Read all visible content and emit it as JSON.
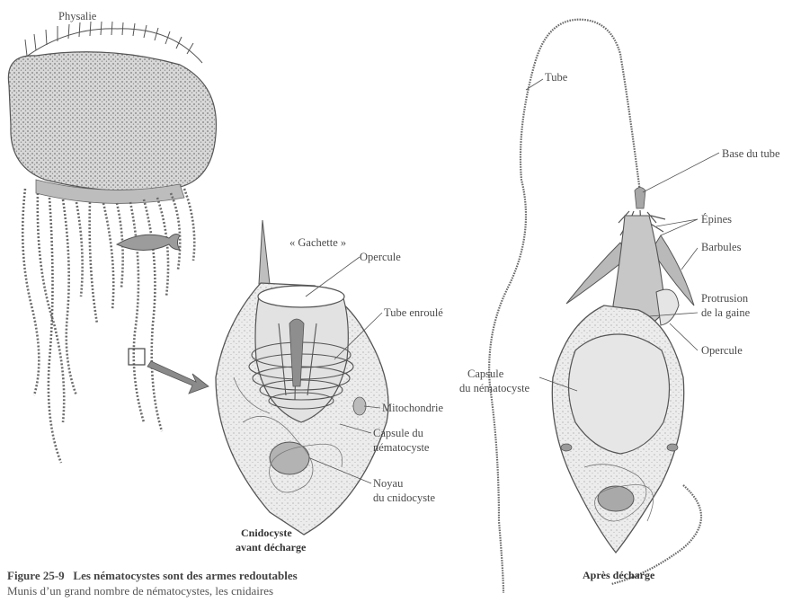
{
  "labels": {
    "physalie": "Physalie",
    "gachette": "« Gachette »",
    "opercule_left": "Opercule",
    "tube_enroule": "Tube enroulé",
    "mitochondrie": "Mitochondrie",
    "capsule_left_1": "Capsule du",
    "capsule_left_2": "nématocyste",
    "noyau_1": "Noyau",
    "noyau_2": "du cnidocyste",
    "cnidocyste_1": "Cnidocyste",
    "cnidocyste_2": "avant décharge",
    "tube": "Tube",
    "base_tube": "Base du tube",
    "epines": "Épines",
    "barbules": "Barbules",
    "protrusion_1": "Protrusion",
    "protrusion_2": "de la gaine",
    "opercule_right": "Opercule",
    "capsule_right_1": "Capsule",
    "capsule_right_2": "du nématocyste",
    "apres": "Après décharge"
  },
  "caption": {
    "number": "Figure 25-9",
    "title": "Les nématocystes sont des armes redoutables",
    "text": "Munis d’un grand nombre de nématocystes, les cnidaires"
  }
}
